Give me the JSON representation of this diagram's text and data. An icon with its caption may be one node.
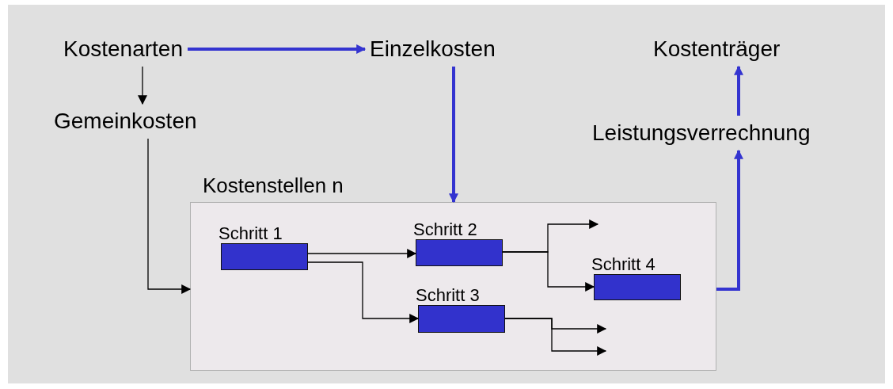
{
  "diagram": {
    "nodes": [
      {
        "text": [
          "Kostenarten"
        ]
      },
      {
        "text": [
          "Einzelkosten"
        ]
      },
      {
        "text": [
          "Kostenträger"
        ]
      },
      {
        "text": [
          "Gemeinkosten"
        ]
      },
      {
        "text": [
          "Leistungsverrechnung"
        ]
      },
      {
        "text": [
          "Kostenstellen n"
        ]
      },
      {
        "text": [
          "Schritt 1"
        ],
        "in": 5
      },
      {
        "text": [
          "Schritt 2"
        ],
        "in": 5
      },
      {
        "text": [
          "Schritt 3"
        ],
        "in": 5
      },
      {
        "text": [
          "Schritt 4"
        ],
        "in": 5
      }
    ],
    "edges": [
      {
        "from": 0,
        "to": 1,
        "arrow": "to",
        "style": "thick",
        "color": "#3434d0"
      },
      {
        "from": 0,
        "to": 3,
        "arrow": "to"
      },
      {
        "from": 1,
        "to": 5,
        "arrow": "to",
        "style": "thick",
        "color": "#3434d0"
      },
      {
        "from": 3,
        "to": 5,
        "arrow": "to"
      },
      {
        "from": 6,
        "to": 7,
        "arrow": "to"
      },
      {
        "from": 6,
        "to": 8,
        "arrow": "to"
      },
      {
        "from": 7,
        "to": null,
        "arrow": "to"
      },
      {
        "from": 7,
        "to": 9,
        "arrow": "to"
      },
      {
        "from": 8,
        "to": null,
        "arrow": "to"
      },
      {
        "from": 8,
        "to": null,
        "arrow": "to"
      },
      {
        "from": 5,
        "to": 4,
        "arrow": "to",
        "style": "thick",
        "color": "#3434d0"
      },
      {
        "from": 4,
        "to": 2,
        "arrow": "to",
        "style": "thick",
        "color": "#3434d0"
      }
    ]
  }
}
